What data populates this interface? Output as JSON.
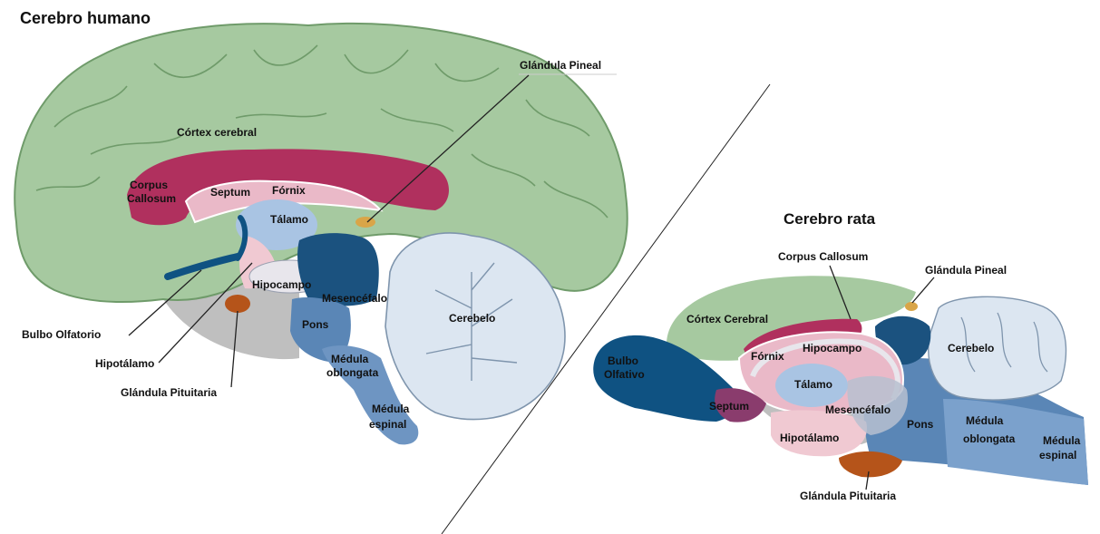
{
  "human": {
    "title": "Cerebro humano",
    "labels": {
      "cortex": "Córtex cerebral",
      "corpus": "Corpus",
      "callosum": "Callosum",
      "septum": "Septum",
      "fornix": "Fórnix",
      "talamo": "Tálamo",
      "hipocampo": "Hipocampo",
      "mesencefalo": "Mesencéfalo",
      "pons": "Pons",
      "cerebelo": "Cerebelo",
      "medula_oblongata_1": "Médula",
      "medula_oblongata_2": "oblongata",
      "medula_espinal_1": "Médula",
      "medula_espinal_2": "espinal",
      "glandula_pineal": "Glándula Pineal",
      "bulbo_olfatorio": "Bulbo Olfatorio",
      "hipotalamo": "Hipotálamo",
      "glandula_pituitaria": "Glándula Pituitaria"
    }
  },
  "rat": {
    "title": "Cerebro rata",
    "labels": {
      "corpus_callosum": "Corpus Callosum",
      "glandula_pineal": "Glándula Pineal",
      "cortex": "Córtex Cerebral",
      "cerebelo": "Cerebelo",
      "bulbo_1": "Bulbo",
      "bulbo_2": "Olfativo",
      "fornix": "Fórnix",
      "hipocampo": "Hipocampo",
      "talamo": "Tálamo",
      "septum": "Septum",
      "mesencefalo": "Mesencéfalo",
      "pons": "Pons",
      "medula_oblongata_1": "Médula",
      "medula_oblongata_2": "oblongata",
      "medula_espinal_1": "Médula",
      "medula_espinal_2": "espinal",
      "hipotalamo": "Hipotálamo",
      "glandula_pituitaria": "Glándula Pituitaria"
    }
  },
  "colors": {
    "cortex": "#a6c9a0",
    "cortex_line": "#6f9b6a",
    "corpus": "#b0305e",
    "cerebellum": "#dce6f1",
    "cerebellum_line": "#7f95ad",
    "brainstem": "#5a86b6",
    "midbrain": "#1b527f",
    "thalamus": "#a9c4e3",
    "hypothalamus": "#f0c9d2",
    "pituitary": "#b5541a",
    "pineal": "#d9a548",
    "grey": "#bfbfbf",
    "olfactory_bulb": "#0f5282"
  }
}
